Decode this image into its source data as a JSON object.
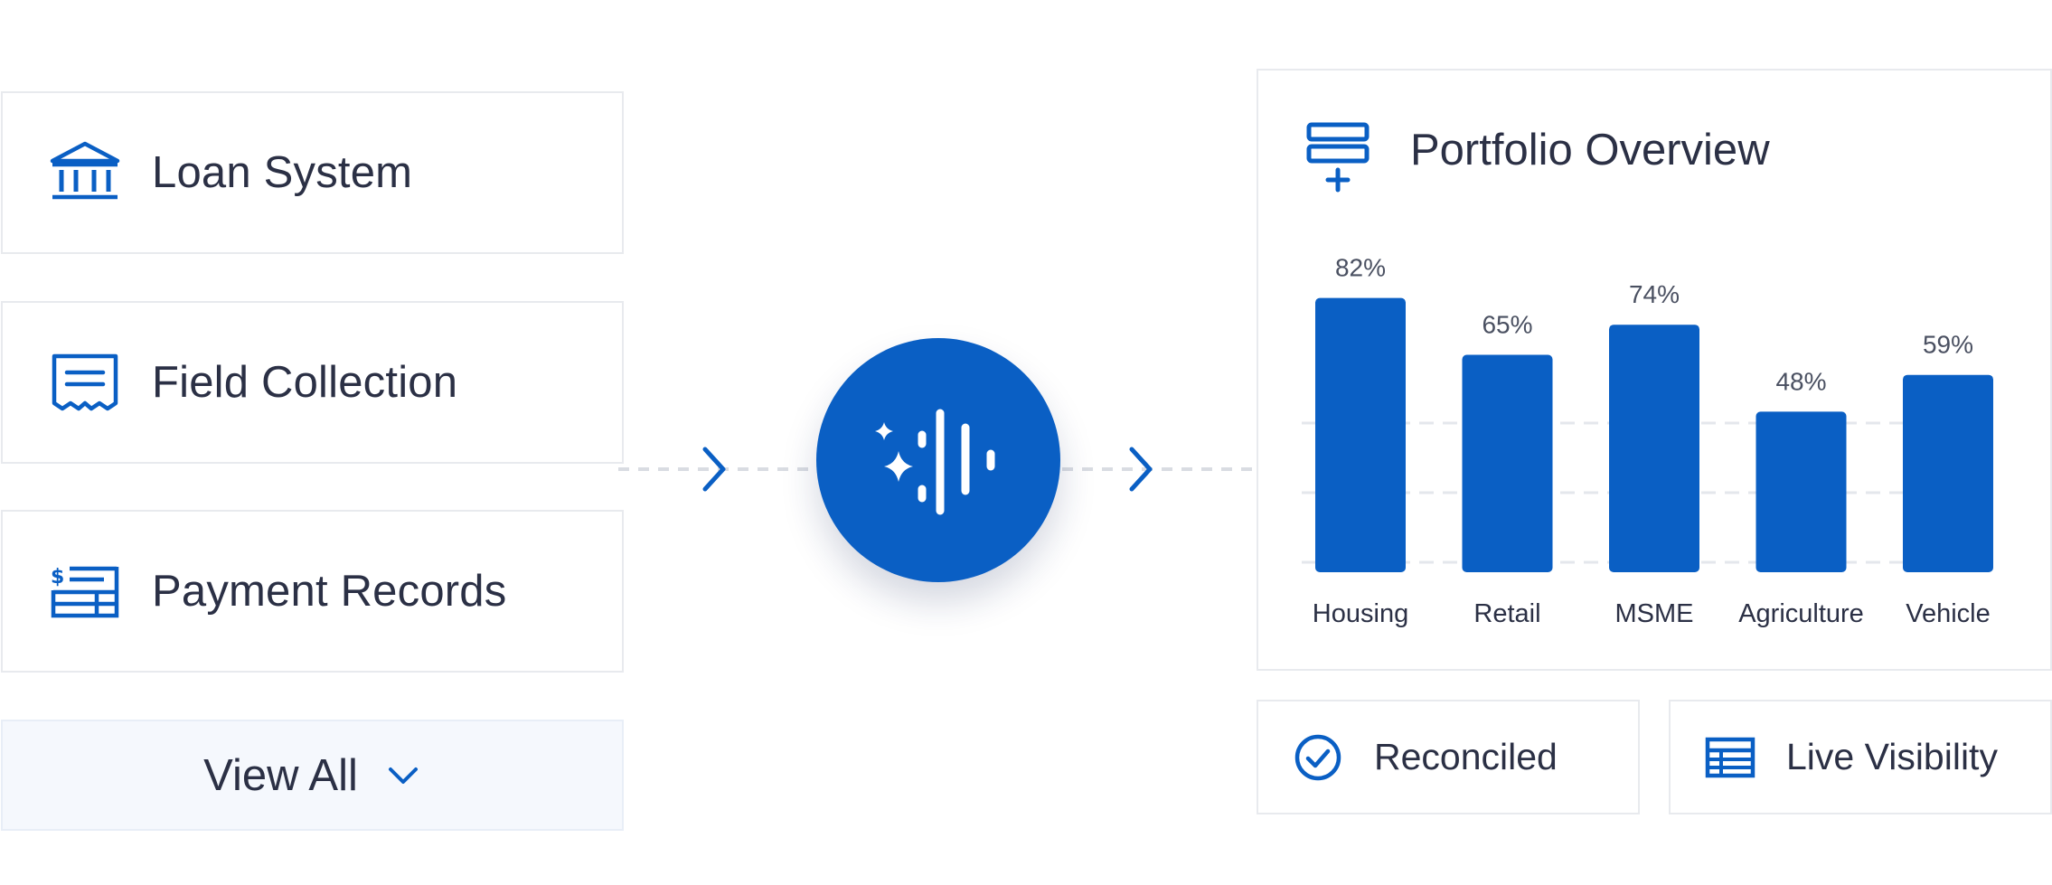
{
  "sources": {
    "items": [
      {
        "label": "Loan System",
        "icon": "bank-icon"
      },
      {
        "label": "Field Collection",
        "icon": "receipt-icon"
      },
      {
        "label": "Payment Records",
        "icon": "ledger-icon"
      }
    ],
    "view_all_label": "View All"
  },
  "hub": {
    "icon": "ai-sparkle-icon"
  },
  "panel": {
    "title": "Portfolio Overview",
    "icon": "layers-plus-icon"
  },
  "chart_data": {
    "type": "bar",
    "categories": [
      "Housing",
      "Retail",
      "MSME",
      "Agriculture",
      "Vehicle"
    ],
    "values": [
      82,
      65,
      74,
      48,
      59
    ],
    "value_labels": [
      "82%",
      "65%",
      "74%",
      "48%",
      "59%"
    ],
    "grid": true,
    "colors": {
      "bar": "#0a5fc4"
    }
  },
  "badges": [
    {
      "label": "Reconciled",
      "icon": "check-circle-icon"
    },
    {
      "label": "Live Visibility",
      "icon": "table-icon"
    }
  ],
  "colors": {
    "accent": "#0a5fc4",
    "text": "#2b3045",
    "border": "#e8eaee"
  }
}
